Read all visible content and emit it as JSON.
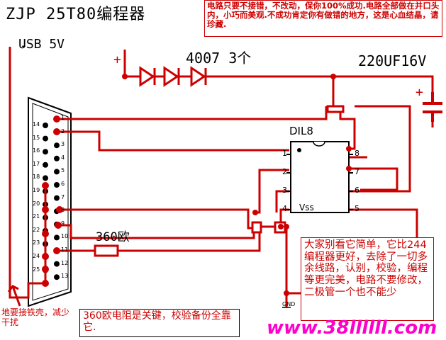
{
  "title": "ZJP 25T80编程器",
  "notes": {
    "top": "电路只要不接错，不改动，保你100%成功.电路全部做在并口头内，小巧而美观.不成功肯定你有做错的地方，这是心血结晶，请珍藏.",
    "right": "大家别看它简单，它比244编程器更好，去除了一切多余线路，认别，校验，编程等更完美，电路不要修改，二极管一个也不能少",
    "bottom": "360欧电阻是关键，校验备份全靠它.",
    "left": "地要接铁壳，减少干扰"
  },
  "labels": {
    "usb": "USB 5V",
    "usb_minus": "-",
    "usb_plus": "+",
    "diode": "4007 3个",
    "capacitor": "220UF16V",
    "cap_plus": "+",
    "chip": "DIL8",
    "vss": "Vss",
    "resistor": "360欧",
    "gnd": "GND",
    "url": "www.38llllll.com"
  },
  "chip_pins": [
    "1",
    "2",
    "3",
    "4",
    "5",
    "6",
    "7",
    "8"
  ],
  "db25_pins": [
    "1",
    "2",
    "3",
    "4",
    "5",
    "6",
    "7",
    "8",
    "9",
    "10",
    "11",
    "12",
    "13",
    "14",
    "15",
    "16",
    "17",
    "18",
    "19",
    "20",
    "21",
    "22",
    "23",
    "24",
    "25"
  ],
  "colors": {
    "wire": "#cc0000",
    "text": "#000000",
    "url": "#ff00cc"
  }
}
